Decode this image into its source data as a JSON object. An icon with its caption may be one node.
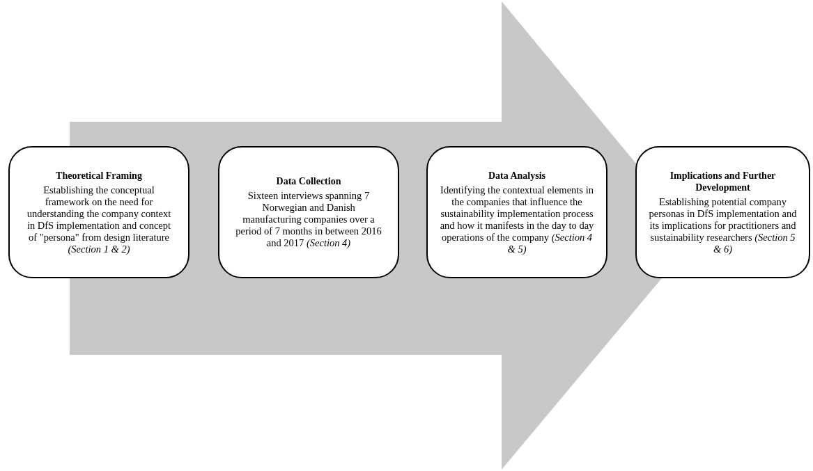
{
  "diagram": {
    "nodes": [
      {
        "text": [
          "Theoretical Framing",
          "Establishing the conceptual framework on the need for understanding the company context in DfS implementation and concept of \"persona\" from design literature *(Section 1 & 2)*"
        ]
      },
      {
        "text": [
          "Data Collection",
          "Sixteen interviews spanning 7 Norwegian and Danish manufacturing companies over a period of 7 months in between 2016 and 2017 *(Section 4)*"
        ]
      },
      {
        "text": [
          "Data Analysis",
          "Identifying the contextual elements in the companies that influence the sustainability implementation process and how it manifests in the day to day operations of the company *(Section 4 & 5)*"
        ]
      },
      {
        "text": [
          "Implications and Further Development",
          "Establishing potential company personas in DfS implementation and its implications for practitioners and sustainability researchers *(Section 5 & 6)*"
        ]
      }
    ],
    "edges": [
      {
        "from": 0,
        "to": 3,
        "arrow": "to",
        "style": "thick"
      }
    ]
  }
}
